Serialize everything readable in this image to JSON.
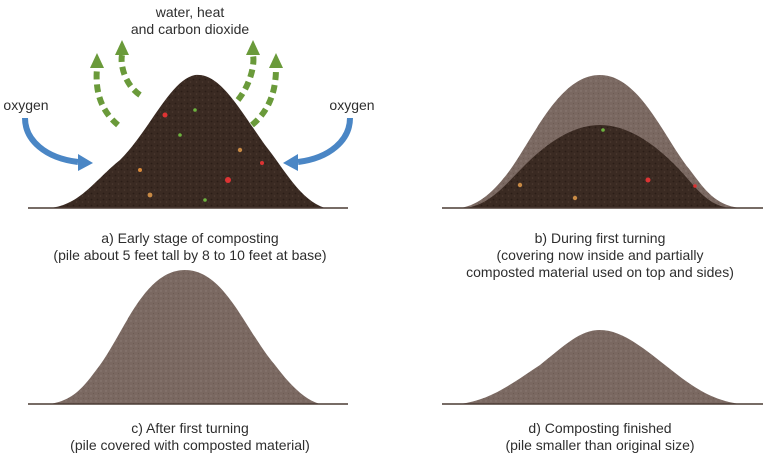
{
  "colors": {
    "fresh_compost": "#3a2a22",
    "composted": "#7a6861",
    "composted_light": "#9b8a83",
    "ground_line": "#4a3b34",
    "oxygen_arrow": "#4a86c5",
    "gas_arrow": "#6a9a3a"
  },
  "panel_a": {
    "title": "a) Early stage of composting",
    "subtitle": "(pile about 5 feet tall by 8 to 10 feet at base)",
    "oxygen_left": "oxygen",
    "oxygen_right": "oxygen",
    "gases_line1": "water, heat",
    "gases_line2": "and carbon dioxide"
  },
  "panel_b": {
    "title": "b) During first turning",
    "subtitle_line1": "(covering now inside and partially",
    "subtitle_line2": "composted material used on top and sides)"
  },
  "panel_c": {
    "title": "c) After first turning",
    "subtitle": "(pile covered with composted material)"
  },
  "panel_d": {
    "title": "d) Composting finished",
    "subtitle": "(pile smaller than original size)"
  }
}
